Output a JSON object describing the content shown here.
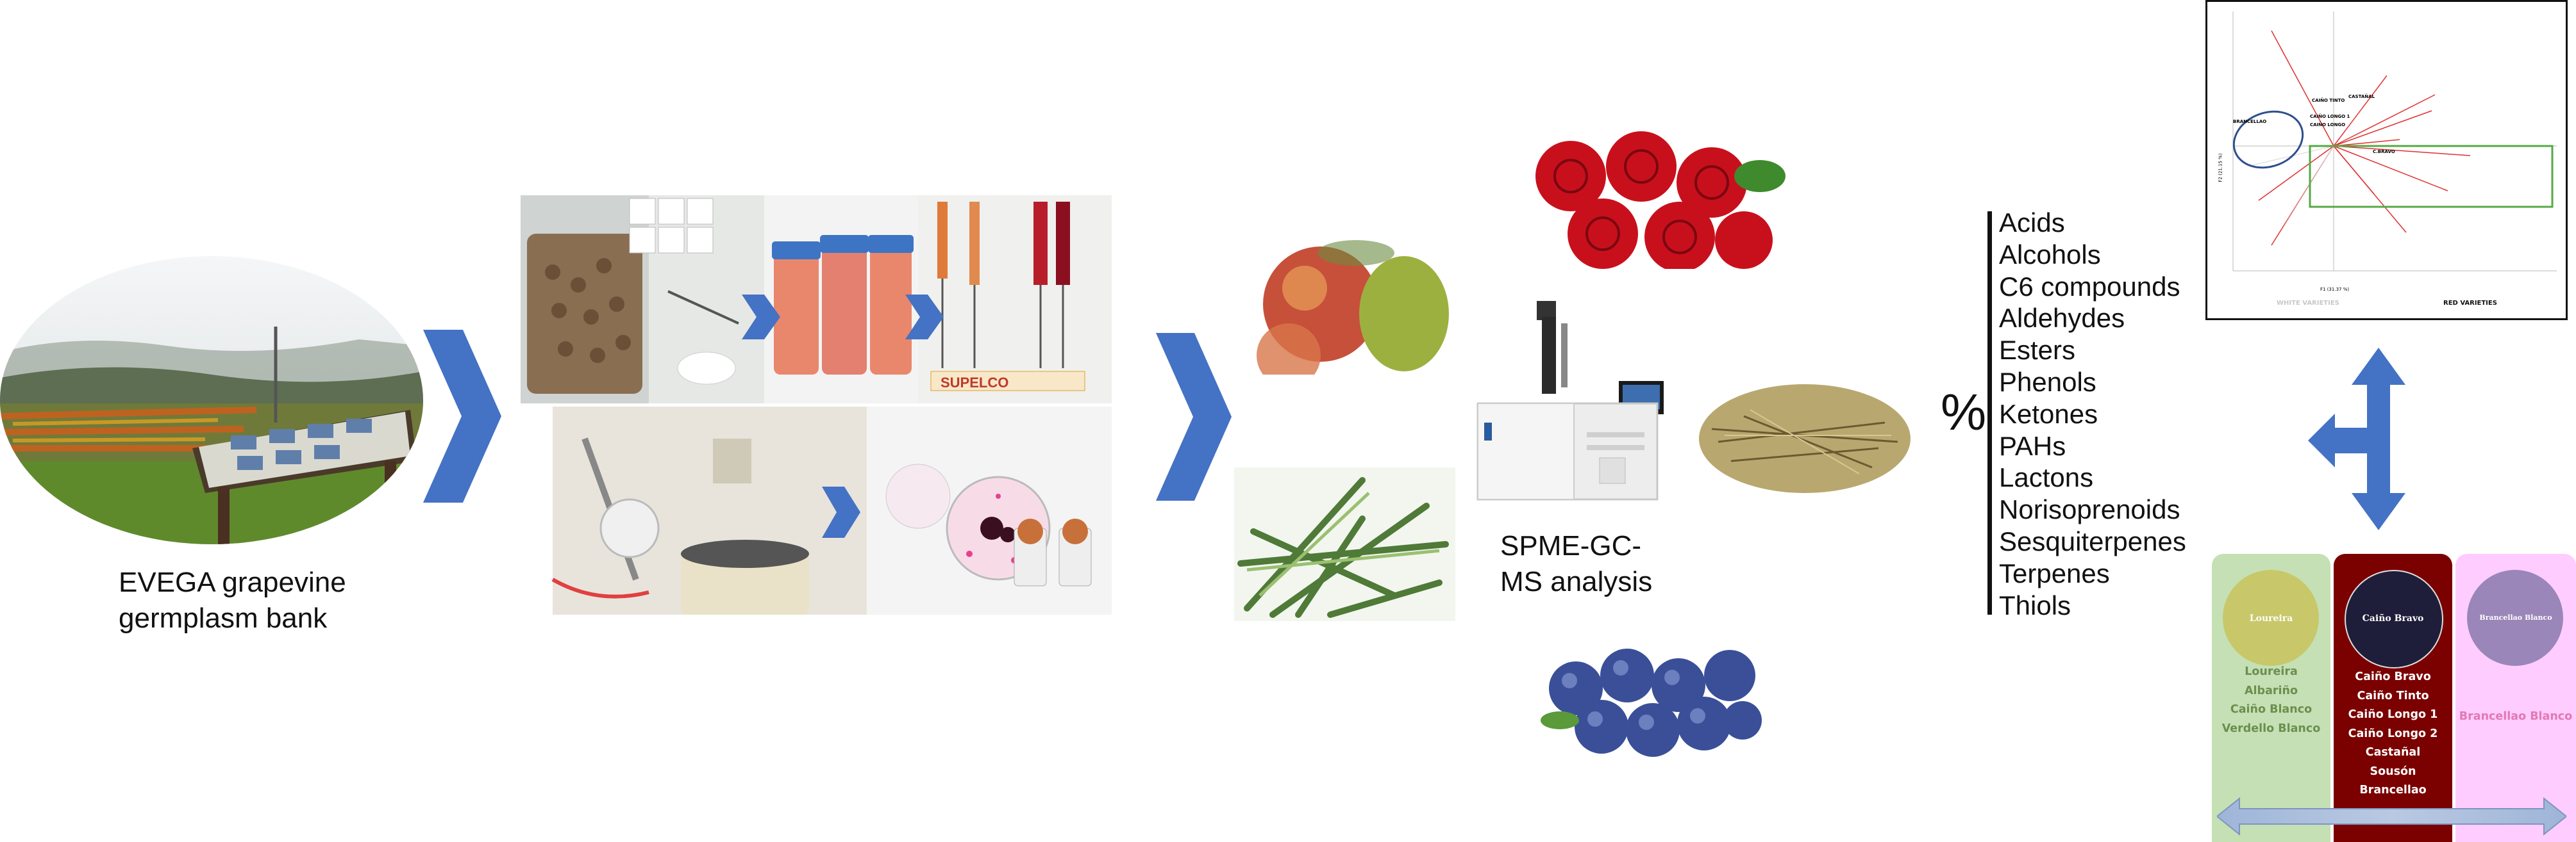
{
  "vineyard": {
    "caption_line1": "EVEGA grapevine",
    "caption_line2": "germplasm bank"
  },
  "instrument": {
    "caption_line1": "SPME-GC-",
    "caption_line2": "MS analysis"
  },
  "lab": {
    "supelco_label": "SUPELCO"
  },
  "percent_symbol": "%",
  "compound_families": [
    "Acids",
    "Alcohols",
    "C6 compounds",
    "Aldehydes",
    "Esters",
    "Phenols",
    "Ketones",
    "PAHs",
    "Lactons",
    "Norisoprenoids",
    "Sesquiterpenes",
    "Terpenes",
    "Thiols"
  ],
  "biplot": {
    "group_labels": {
      "white": "WHITE VARIETIES",
      "red": "RED VARIETIES"
    },
    "axis_x_label": "F1 (31.37 %)",
    "axis_y_label": "F2 (21.15 %)",
    "point_labels": [
      "CAIÑO TINTO",
      "CAIÑO LONGO 1",
      "CAIÑO LONGO",
      "CASTAÑAL",
      "C.BRAVO",
      "BRANCELLAO"
    ],
    "colors": {
      "red": "#e03030",
      "black": "#111111",
      "blue_ellipse": "#2f4f8f",
      "green_box": "#55aa44"
    }
  },
  "varieties": {
    "white": {
      "badge": "Loureira",
      "items": [
        "Loureira",
        "Albariño",
        "Caiño Blanco",
        "Verdello Blanco"
      ],
      "bg": "#c5e0b4",
      "text": "#6b8f4e"
    },
    "red": {
      "badge": "Caiño Bravo",
      "items": [
        "Caiño Bravo",
        "Caiño Tinto",
        "Caiño Longo 1",
        "Caiño Longo 2",
        "Castañal",
        "Sousón",
        "Brancellao"
      ],
      "bg": "#7b0000",
      "text": "#ffffff"
    },
    "pink": {
      "badge": "Brancellao Blanco",
      "items": [
        "Brancellao Blanco"
      ],
      "bg": "#ffccff",
      "text": "#e07ab3"
    }
  },
  "icons": [
    "chevron-right-icon",
    "double-arrow-icon",
    "t-arrow-icon"
  ]
}
